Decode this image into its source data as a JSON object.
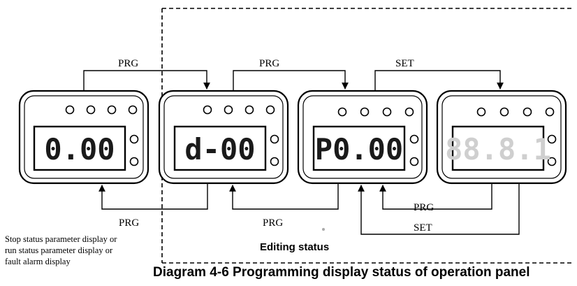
{
  "arrows": {
    "top_1": "PRG",
    "top_2": "PRG",
    "top_3": "SET",
    "bottom_1": "PRG",
    "bottom_2": "PRG",
    "bottom_3": "PRG",
    "bottom_4": "SET"
  },
  "panels": [
    {
      "display": "0.00"
    },
    {
      "display": "d-00"
    },
    {
      "display": "P0.00"
    },
    {
      "display": "88.8.1"
    }
  ],
  "left_caption": "Stop status parameter display or run status parameter display or fault alarm display",
  "editing_label": "Editing status",
  "figure_caption": "Diagram 4-6 Programming display status of operation panel"
}
